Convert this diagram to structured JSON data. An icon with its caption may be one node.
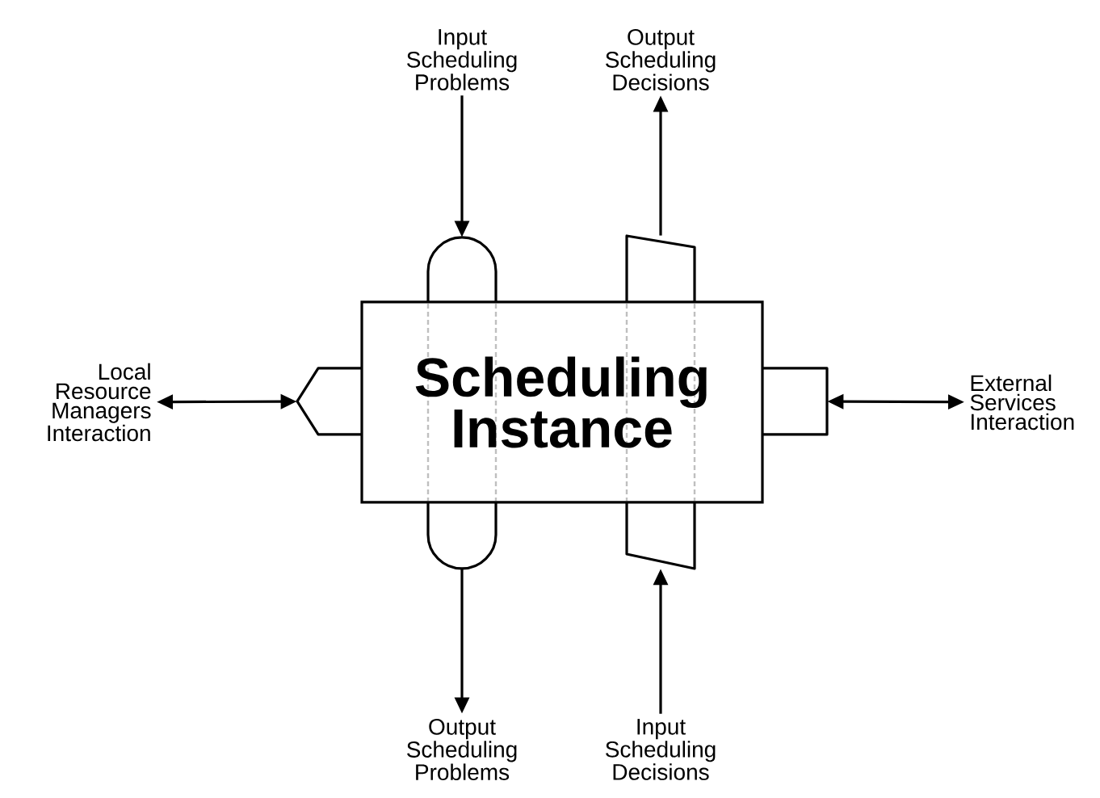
{
  "diagram": {
    "nodes": [
      {
        "text": [
          "Input Scheduling Problems"
        ]
      },
      {
        "text": [
          "Output Scheduling Decisions"
        ]
      },
      {
        "text": [],
        "shape": "capsule"
      },
      {
        "text": [],
        "shape": "trapezoid"
      },
      {
        "text": [
          "Local Resource Managers Interaction"
        ]
      },
      {
        "text": [],
        "shape": "hexagon"
      },
      {
        "text": [
          "Scheduling Instance"
        ]
      },
      {
        "text": [],
        "shape": "box"
      },
      {
        "text": [
          "External Services Interaction"
        ]
      },
      {
        "text": [],
        "shape": "capsule"
      },
      {
        "text": [],
        "shape": "trapezoid"
      },
      {
        "text": [
          "Output Scheduling Problems"
        ]
      },
      {
        "text": [
          "Input Scheduling Decisions"
        ]
      }
    ],
    "edges": [
      {
        "from": 0,
        "to": 2,
        "arrow": "to"
      },
      {
        "from": 3,
        "to": 1,
        "arrow": "to"
      },
      {
        "from": 5,
        "to": 4,
        "arrow": "both"
      },
      {
        "from": 7,
        "to": 8,
        "arrow": "both"
      },
      {
        "from": 9,
        "to": 11,
        "arrow": "to"
      },
      {
        "from": 12,
        "to": 10,
        "arrow": "to"
      }
    ]
  }
}
